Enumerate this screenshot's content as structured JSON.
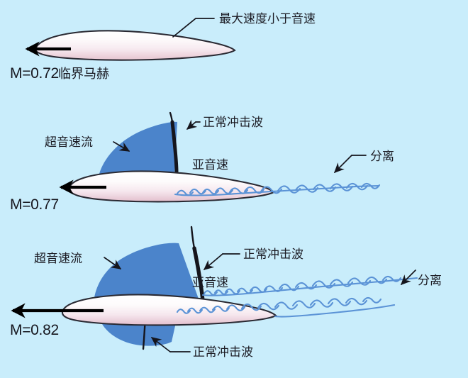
{
  "figure": {
    "title": "Transonic flow over an airfoil at increasing Mach numbers",
    "background_color": "#c9edfb",
    "supersonic_color": "#4b84cb",
    "wake_color": "#5b93d6",
    "line_color": "#15151c",
    "airfoil_fill_top": "#ffffff",
    "airfoil_fill_bottom": "#e9c9d3"
  },
  "panels": [
    {
      "id": "panel-1",
      "mach_value": "M=0.72",
      "mach_suffix": "临界马赫",
      "labels": [
        {
          "name": "max-speed-below-sonic",
          "text": "最大速度小于音速"
        }
      ]
    },
    {
      "id": "panel-2",
      "mach_value": "M=0.77",
      "mach_suffix": "",
      "labels": [
        {
          "name": "normal-shock-wave-upper",
          "text": "正常冲击波"
        },
        {
          "name": "supersonic-flow",
          "text": "超音速流"
        },
        {
          "name": "subsonic",
          "text": "亚音速"
        },
        {
          "name": "separation",
          "text": "分离"
        }
      ]
    },
    {
      "id": "panel-3",
      "mach_value": "M=0.82",
      "mach_suffix": "",
      "labels": [
        {
          "name": "normal-shock-wave-upper",
          "text": "正常冲击波"
        },
        {
          "name": "supersonic-flow",
          "text": "超音速流"
        },
        {
          "name": "subsonic",
          "text": "亚音速"
        },
        {
          "name": "separation",
          "text": "分离"
        },
        {
          "name": "normal-shock-wave-lower",
          "text": "正常冲击波"
        }
      ]
    }
  ]
}
